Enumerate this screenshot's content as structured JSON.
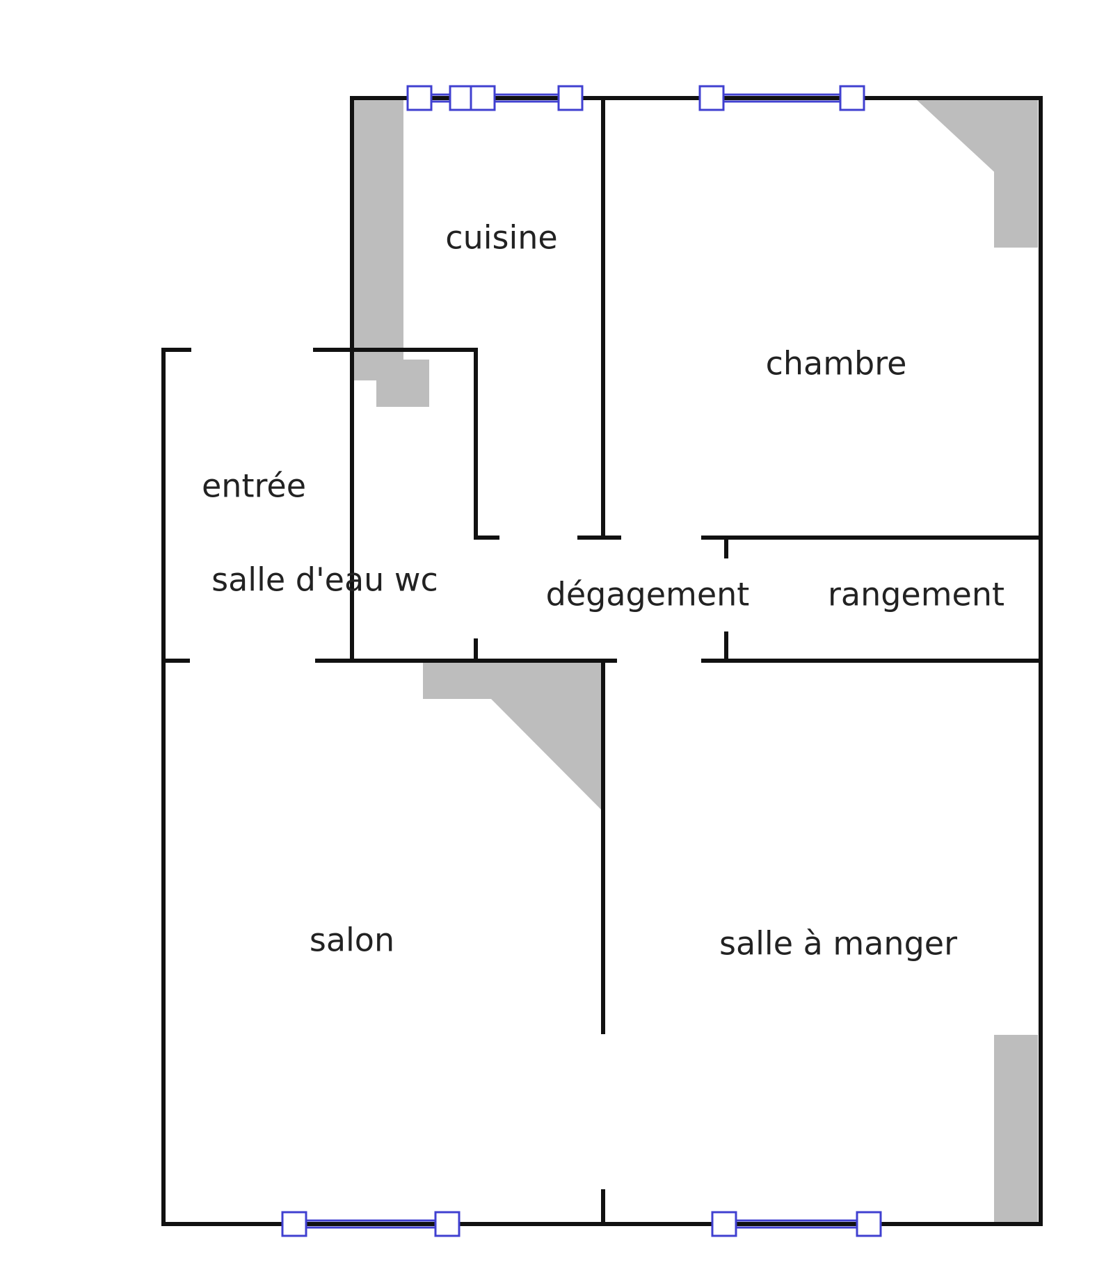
{
  "plan": {
    "rooms": {
      "cuisine": "cuisine",
      "chambre": "chambre",
      "entree": "entrée",
      "salle_eau": "salle d'eau wc",
      "degagement": "dégagement",
      "rangement": "rangement",
      "salon": "salon",
      "salle_a_manger": "salle à manger"
    },
    "colors": {
      "wall": "#111111",
      "window": "#4040d0",
      "fixture": "#bdbdbd"
    }
  }
}
